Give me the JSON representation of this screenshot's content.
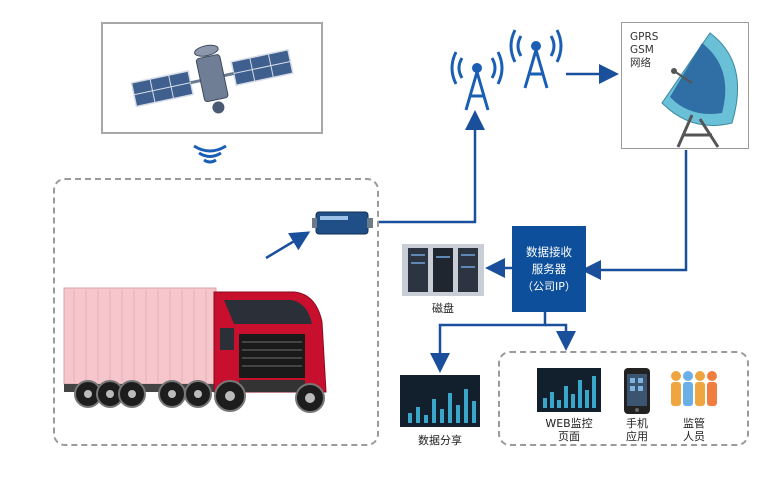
{
  "gprs_box": {
    "line1": "GPRS",
    "line2": "GSM",
    "line3": "网络"
  },
  "server_box": {
    "line1": "数据接收",
    "line2": "服务器",
    "line3": "（公司IP）"
  },
  "disk_label": "磁盘",
  "share_label": "数据分享",
  "web_label": {
    "line1": "WEB监控",
    "line2": "页面"
  },
  "mobile_label": {
    "line1": "手机",
    "line2": "应用"
  },
  "staff_label": {
    "line1": "监管",
    "line2": "人员"
  },
  "colors": {
    "arrow": "#1a4f9c",
    "server": "#0d4f9a",
    "truck_red": "#c8102e",
    "container": "#f5c6cc"
  }
}
